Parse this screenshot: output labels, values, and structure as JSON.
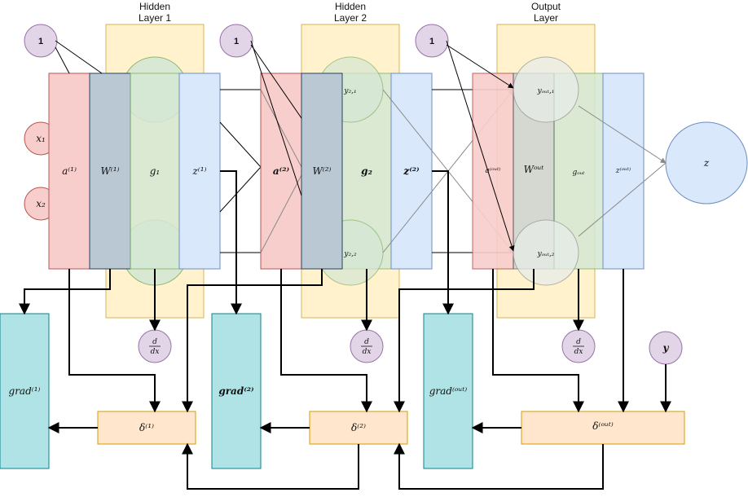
{
  "colors": {
    "layer_bg": "#fff2cc",
    "layer_border": "#d6b656",
    "a_fill": "#f8cecc",
    "a_border": "#b85450",
    "w_fill": "#bac8d3",
    "w_border": "#23445d",
    "g_fill": "#d5e8d4",
    "g_border": "#82b366",
    "z_fill": "#dae8fc",
    "z_border": "#6c8ebf",
    "bias_fill": "#e1d5e7",
    "bias_border": "#9673a6",
    "grad_fill": "#b0e3e6",
    "grad_border": "#0e8088",
    "delta_fill": "#ffe6cc",
    "delta_border": "#d79b00"
  },
  "layers": {
    "hidden1": {
      "title_line1": "Hidden",
      "title_line2": "Layer 1"
    },
    "hidden2": {
      "title_line1": "Hidden",
      "title_line2": "Layer 2"
    },
    "output": {
      "title_line1": "Output",
      "title_line2": "Layer"
    }
  },
  "bias_label": "1",
  "inputs": {
    "x1": "x₁",
    "x2": "x₂"
  },
  "layer1": {
    "a": "a⁽¹⁾",
    "w": "W⁽¹⁾",
    "g": "g₁",
    "z": "z⁽¹⁾"
  },
  "layer2": {
    "a": "a⁽²⁾",
    "w": "W⁽²⁾",
    "g": "g₂",
    "z": "z⁽²⁾",
    "y1": "y₂,₁",
    "y2": "y₂,₂"
  },
  "layer_out": {
    "a": "a⁽ᵒᵘᵗ⁾",
    "w": "Wᵒᵘᵗ",
    "g": "gₒᵤₜ",
    "z": "z⁽ᵒᵘᵗ⁾",
    "y1": "yₒᵤₜ,₁",
    "y2": "yₒᵤₜ,₂"
  },
  "final_output": "z",
  "derivative_label_num": "d",
  "derivative_label_den": "dx",
  "target_label": "y",
  "grads": {
    "g1": "grad⁽¹⁾",
    "g2": "grad⁽²⁾",
    "gout": "grad⁽ᵒᵘᵗ⁾"
  },
  "deltas": {
    "d1": "δ⁽¹⁾",
    "d2": "δ⁽²⁾",
    "dout": "δ⁽ᵒᵘᵗ⁾"
  }
}
